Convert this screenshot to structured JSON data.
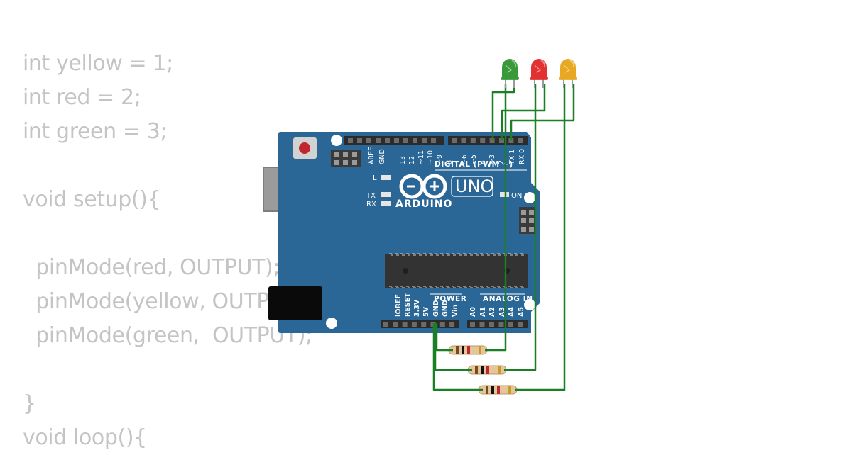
{
  "code": {
    "lines": [
      "int yellow = 1;",
      "int red = 2;",
      "int green = 3;",
      "",
      "void setup(){",
      "",
      "  pinMode(red, OUTPUT);",
      "  pinMode(yellow, OUTPUT);",
      "  pinMode(green,  OUTPUT);",
      "",
      "}",
      "void loop(){"
    ]
  },
  "board": {
    "brand": "ARDUINO",
    "model": "UNO",
    "digital_label": "DIGITAL (PWM ~)",
    "power_label": "POWER",
    "analog_label": "ANALOG IN",
    "led_l": "L",
    "led_tx": "TX",
    "led_rx": "RX",
    "led_on": "ON",
    "top_pins": [
      "AREF",
      "GND",
      "13",
      "12",
      "~11",
      "~10",
      "~9",
      "8",
      "7",
      "~6",
      "~5",
      "4",
      "~3",
      "2",
      "TX 1",
      "RX 0"
    ],
    "power_pins": [
      "IOREF",
      "RESET",
      "3.3V",
      "5V",
      "GND",
      "GND",
      "Vin"
    ],
    "analog_pins": [
      "A0",
      "A1",
      "A2",
      "A3",
      "A4",
      "A5"
    ],
    "colors": {
      "pcb": "#2a6796",
      "wire": "#1b7f25"
    }
  },
  "leds": [
    {
      "name": "green",
      "color": "#3a9a3a"
    },
    {
      "name": "red",
      "color": "#e33131"
    },
    {
      "name": "yellow",
      "color": "#e8a823"
    }
  ]
}
